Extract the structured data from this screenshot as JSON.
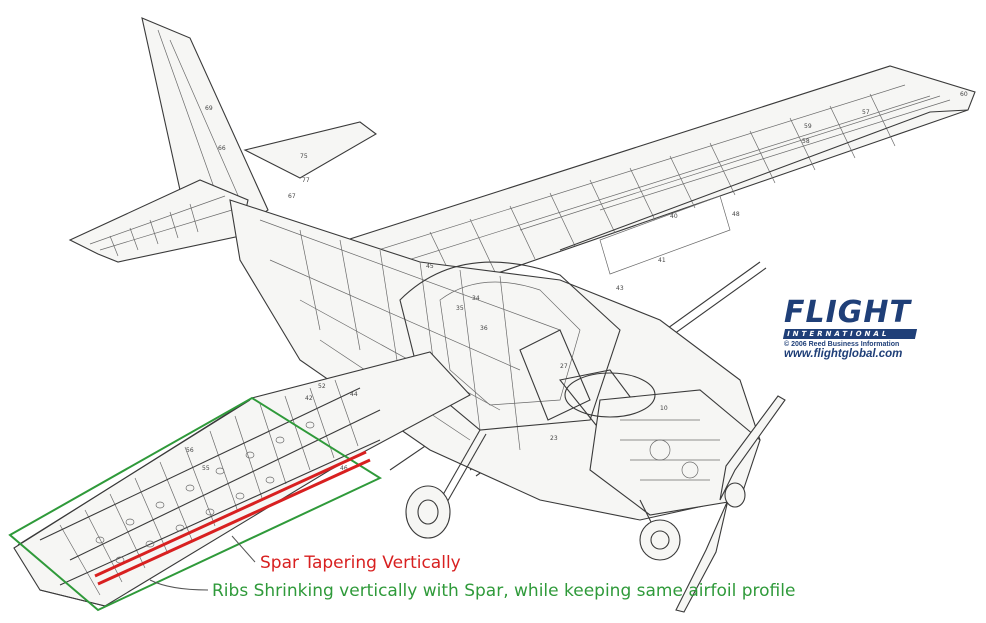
{
  "logo": {
    "word": "FLIGHT",
    "sub": "INTERNATIONAL",
    "copyright": "© 2006 Reed Business Information",
    "url": "www.flightglobal.com"
  },
  "annotations": {
    "spar_label": "Spar Tapering Vertically",
    "ribs_label": "Ribs Shrinking vertically with Spar, while keeping same airfoil profile"
  },
  "colors": {
    "spar_highlight": "#d82020",
    "rib_outline": "#2f9a3a",
    "brand": "#1f3f78",
    "ink": "#3a3a3a"
  },
  "part_numbers": [
    "69",
    "66",
    "75",
    "77",
    "67",
    "60",
    "59",
    "57",
    "58",
    "40",
    "48",
    "41",
    "34",
    "35",
    "36",
    "27",
    "23",
    "10",
    "43",
    "45",
    "44",
    "42",
    "56",
    "52",
    "46",
    "55"
  ]
}
